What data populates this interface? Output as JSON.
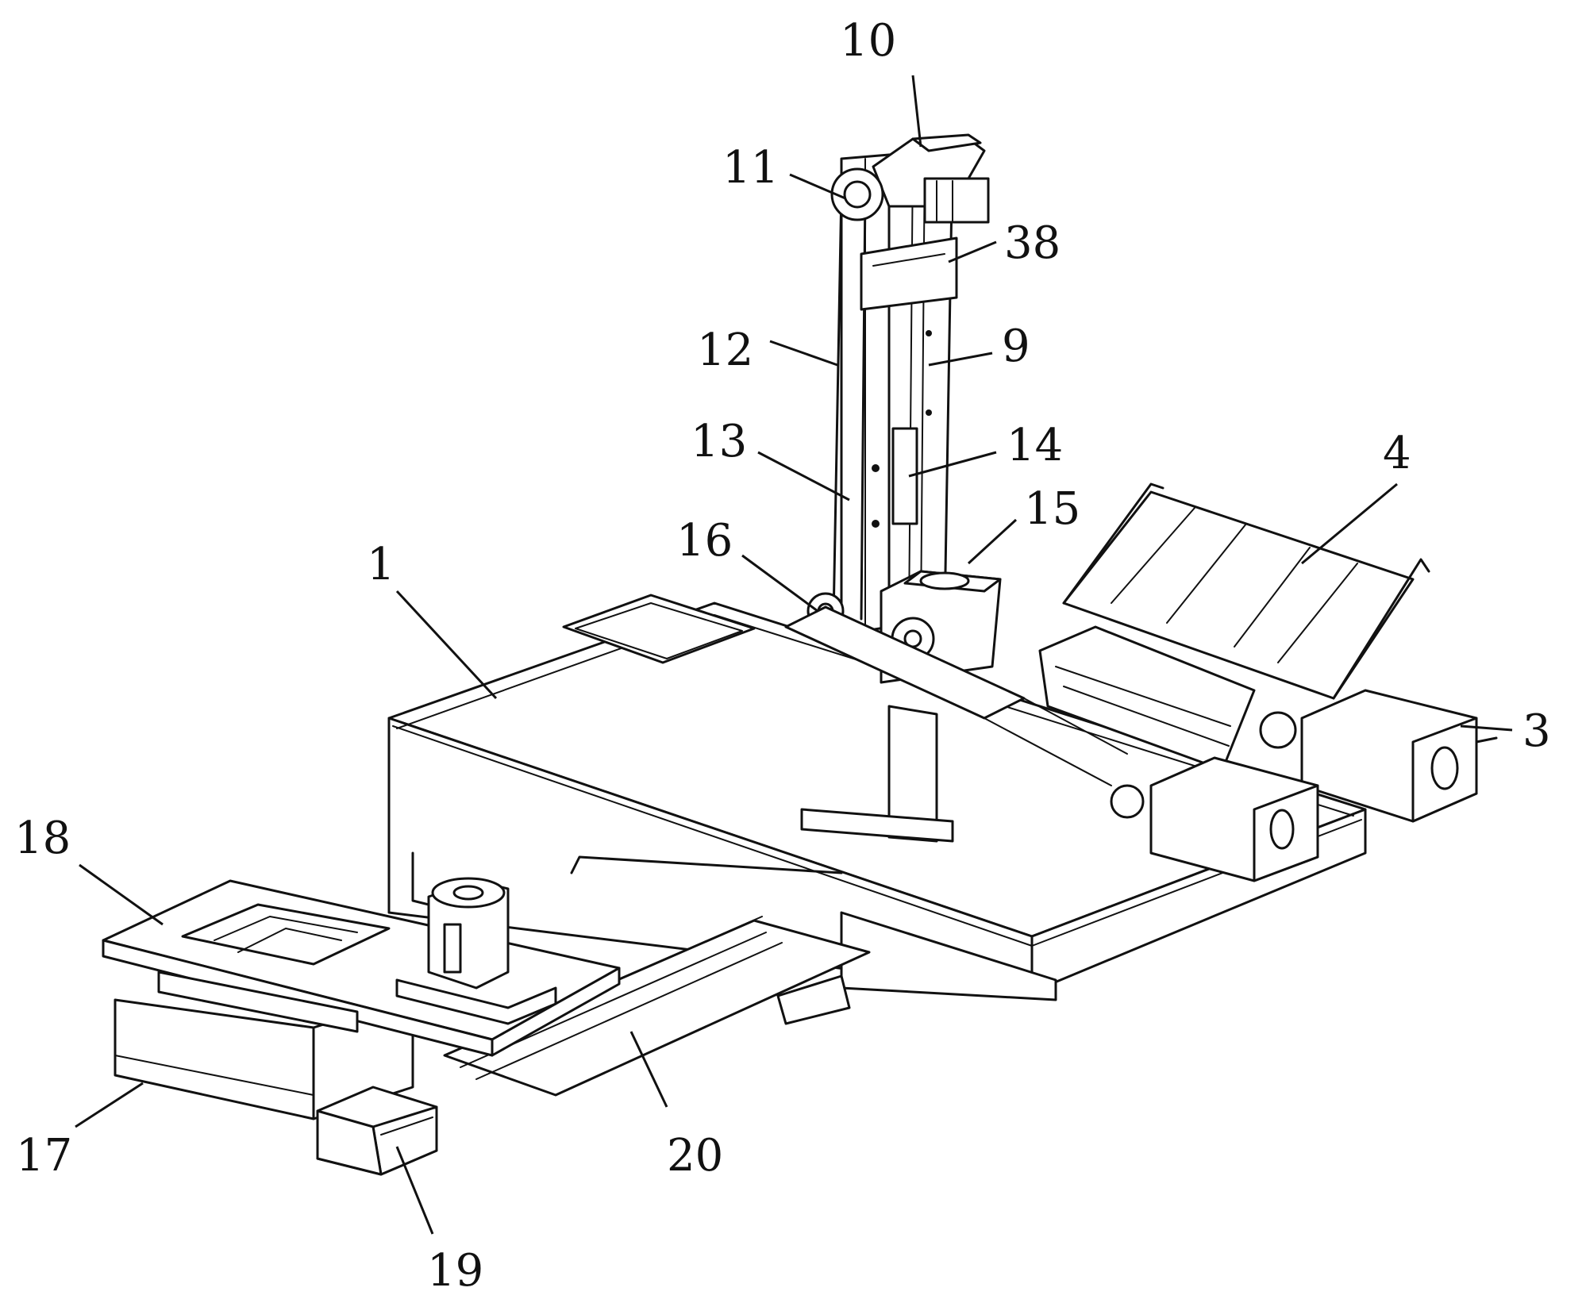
{
  "labels": {
    "l1": "1",
    "l3": "3",
    "l4": "4",
    "l9": "9",
    "l10": "10",
    "l11": "11",
    "l12": "12",
    "l13": "13",
    "l14": "14",
    "l15": "15",
    "l16": "16",
    "l17": "17",
    "l18": "18",
    "l19": "19",
    "l20": "20",
    "l38": "38"
  }
}
